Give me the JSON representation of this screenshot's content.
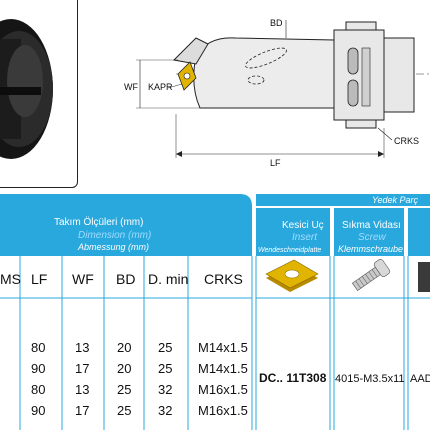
{
  "drawing": {
    "labels": {
      "bd": "BD",
      "wf": "WF",
      "kapr": "KAPR",
      "crks": "CRKS",
      "lf": "LF"
    }
  },
  "table": {
    "group_header": "Yedek Parç",
    "dimensions": {
      "tr": "Takım Ölçüleri (mm)",
      "en": "Dimension (mm)",
      "de": "Abmessung (mm)"
    },
    "insert": {
      "tr": "Kesici Uç",
      "en": "Insert",
      "de": "Wendeschneidplatte"
    },
    "screw": {
      "tr": "Sıkma Vidası",
      "en": "Screw",
      "de": "Klemmschraube"
    },
    "columns": [
      "MS",
      "LF",
      "WF",
      "BD",
      "D. min",
      "CRKS"
    ],
    "rows": [
      [
        "80",
        "13",
        "20",
        "25",
        "M14x1.5"
      ],
      [
        "90",
        "17",
        "20",
        "25",
        "M14x1.5"
      ],
      [
        "80",
        "13",
        "25",
        "32",
        "M16x1.5"
      ],
      [
        "90",
        "17",
        "25",
        "32",
        "M16x1.5"
      ]
    ],
    "insert_code": "DC.. 11T308",
    "screw_code": "4015-M3.5x11",
    "next_code": "AAD"
  },
  "colors": {
    "header_blue": "#29a8de",
    "border_blue": "#29a8de",
    "insert_gold": "#e0b400"
  }
}
